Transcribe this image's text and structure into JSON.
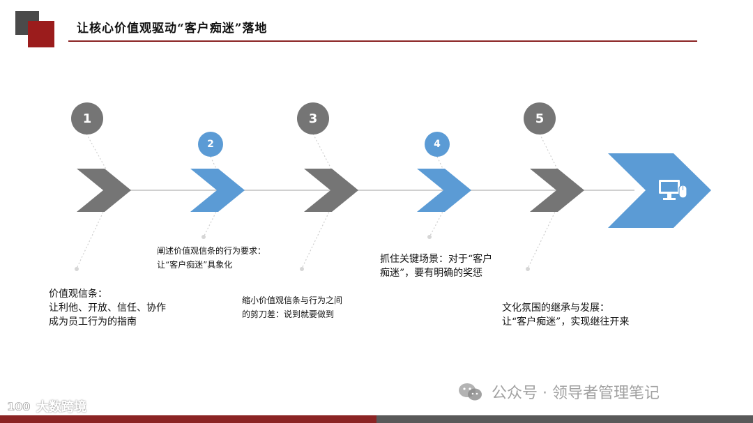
{
  "title": "让核心价值观驱动“客户痴迷”落地",
  "colors": {
    "accent_red": "#8b2424",
    "gray": "#757575",
    "blue": "#5b9bd5",
    "line": "#d0d0d0"
  },
  "steps": [
    {
      "number": "1",
      "color": "gray",
      "caption": [
        "价值观信条：",
        "让利他、开放、信任、协作",
        "成为员工行为的指南"
      ]
    },
    {
      "number": "2",
      "color": "blue",
      "caption": [
        "阐述价值观信条的行为要求：",
        "让“客户痴迷”具象化"
      ]
    },
    {
      "number": "3",
      "color": "gray",
      "caption": [
        "缩小价值观信条与行为之间",
        "的剪刀差：说到就要做到"
      ]
    },
    {
      "number": "4",
      "color": "blue",
      "caption": [
        "抓住关键场景：对于“客户",
        "痴迷”，要有明确的奖惩"
      ]
    },
    {
      "number": "5",
      "color": "gray",
      "caption": [
        "文化氛围的继承与发展：",
        "让“客户痴迷”，实现继往开来"
      ]
    }
  ],
  "final_icon": "computer-monitor-icon",
  "watermark": {
    "text": "公众号 · 领导者管理笔记",
    "icon": "wechat-icon"
  },
  "logo": {
    "text": "大数跨境"
  }
}
